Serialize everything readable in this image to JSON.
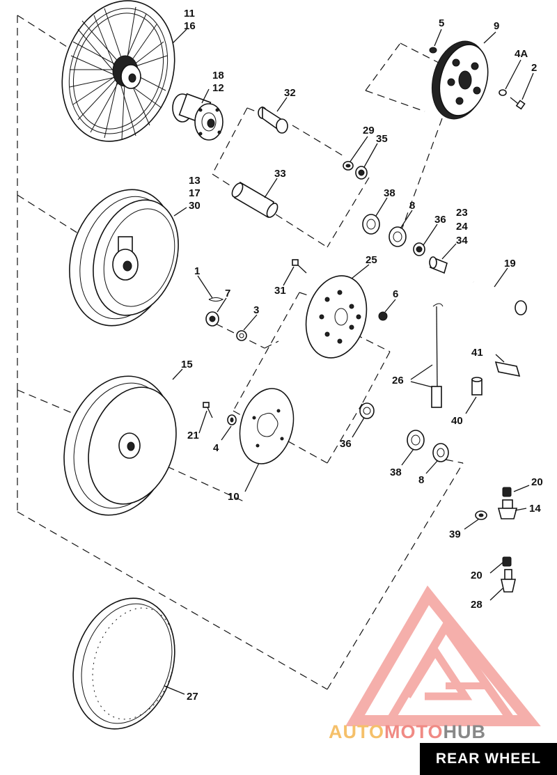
{
  "diagram": {
    "title": "REAR WHEEL",
    "callouts": {
      "c11": "11",
      "c16": "16",
      "c18": "18",
      "c12": "12",
      "c32": "32",
      "c5": "5",
      "c9": "9",
      "c4a": "4A",
      "c2": "2",
      "c29": "29",
      "c35": "35",
      "c33": "33",
      "c13": "13",
      "c17": "17",
      "c30": "30",
      "c38a": "38",
      "c8a": "8",
      "c36a": "36",
      "c23": "23",
      "c24": "24",
      "c34": "34",
      "c25": "25",
      "c19": "19",
      "c1": "1",
      "c7": "7",
      "c31": "31",
      "c3": "3",
      "c6": "6",
      "c41": "41",
      "c26": "26",
      "c15": "15",
      "c21": "21",
      "c4": "4",
      "c40": "40",
      "c36b": "36",
      "c10": "10",
      "c38b": "38",
      "c8b": "8",
      "c20a": "20",
      "c14": "14",
      "c39": "39",
      "c20b": "20",
      "c28": "28",
      "c27": "27"
    }
  },
  "watermark": {
    "brand_a": "AUTO",
    "brand_b": "MOTO",
    "brand_c": "HUB",
    "colors": {
      "logo": "#f4a7a3",
      "auto": "#f5c06a",
      "moto": "#f08a84",
      "hub": "#888888"
    }
  }
}
